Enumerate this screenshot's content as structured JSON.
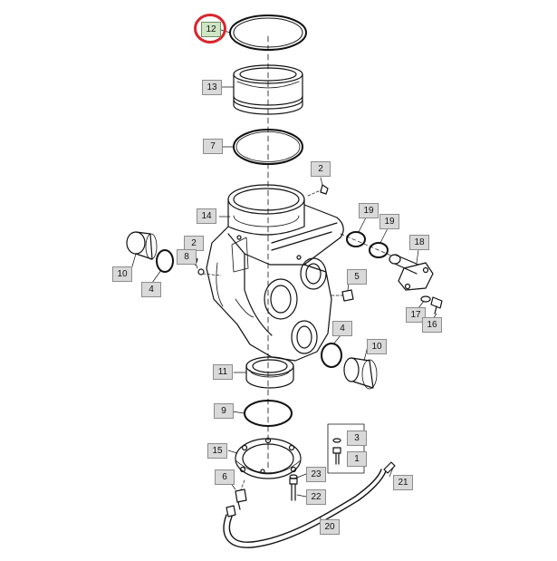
{
  "diagram": {
    "selected_callout": "12",
    "highlight_color": "#d9262c",
    "selected_fill": "#cfe6c4",
    "callout_fill": "#d9d9d9",
    "callouts": [
      {
        "id": "c12",
        "label": "12",
        "selected": true
      },
      {
        "id": "c13",
        "label": "13"
      },
      {
        "id": "c7",
        "label": "7"
      },
      {
        "id": "c2a",
        "label": "2"
      },
      {
        "id": "c14",
        "label": "14"
      },
      {
        "id": "c19a",
        "label": "19"
      },
      {
        "id": "c19b",
        "label": "19"
      },
      {
        "id": "c18",
        "label": "18"
      },
      {
        "id": "c2b",
        "label": "2"
      },
      {
        "id": "c8",
        "label": "8"
      },
      {
        "id": "c10a",
        "label": "10"
      },
      {
        "id": "c4a",
        "label": "4"
      },
      {
        "id": "c5",
        "label": "5"
      },
      {
        "id": "c17",
        "label": "17"
      },
      {
        "id": "c16",
        "label": "16"
      },
      {
        "id": "c4b",
        "label": "4"
      },
      {
        "id": "c10b",
        "label": "10"
      },
      {
        "id": "c11",
        "label": "11"
      },
      {
        "id": "c9",
        "label": "9"
      },
      {
        "id": "c3",
        "label": "3"
      },
      {
        "id": "c1",
        "label": "1"
      },
      {
        "id": "c15",
        "label": "15"
      },
      {
        "id": "c6",
        "label": "6"
      },
      {
        "id": "c23",
        "label": "23"
      },
      {
        "id": "c21",
        "label": "21"
      },
      {
        "id": "c22",
        "label": "22"
      },
      {
        "id": "c20",
        "label": "20"
      }
    ]
  }
}
